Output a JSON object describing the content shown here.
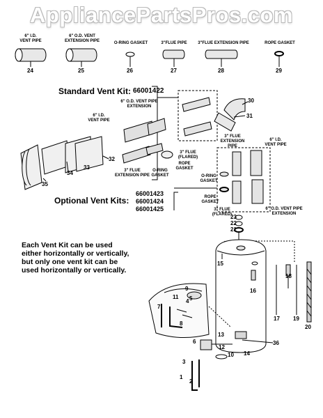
{
  "watermark": "AppliancePartsPros.com",
  "top_parts": [
    {
      "label": "6\" I.D.\nVENT PIPE",
      "num": "24"
    },
    {
      "label": "6\" O.D. VENT\nEXTENSION PIPE",
      "num": "25"
    },
    {
      "label": "O-RING GASKET",
      "num": "26"
    },
    {
      "label": "3\"FLUE PIPE",
      "num": "27"
    },
    {
      "label": "3\"FLUE EXTENSION PIPE",
      "num": "28"
    },
    {
      "label": "ROPE GASKET",
      "num": "29"
    }
  ],
  "standard_kit": {
    "title": "Standard Vent Kit:",
    "number": "66001422"
  },
  "optional_kits": {
    "title": "Optional Vent Kits:",
    "numbers": [
      "66001423",
      "66001424",
      "66001425"
    ]
  },
  "left_labels": {
    "od_vent": "6\" O.D. VENT PIPE\nEXTENSION",
    "id_vent": "6\" I.D.\nVENT PIPE",
    "flue_flared": "3\" FLUE\n(FLARED)",
    "flue_ext": "3\" FLUE\nEXTENSION PIPE",
    "oring": "O-RING\nGASKET",
    "rope": "ROPE\nGASKET"
  },
  "right_labels": {
    "flue_ext": "3\" FLUE\nEXTENSION\nPIPE",
    "id_vent": "6\" I.D.\nVENT PIPE",
    "oring": "O-RING\nGASKET",
    "rope": "ROPE\nGASKET",
    "flue_flared": "3\" FLUE\n(FLARED)",
    "od_ext": "6\" O.D. VENT PIPE\nEXTENSION"
  },
  "note": "Each Vent Kit can be used\neither horizontally or vertically,\nbut only one vent kit can be\nused horizontally or vertically.",
  "callouts": {
    "n30": "30",
    "n31": "31",
    "n32": "32",
    "n33": "33",
    "n34": "34",
    "n35": "35",
    "n23": "23",
    "n22": "22",
    "n21": "21",
    "n15": "15",
    "n16": "16",
    "n17": "17",
    "n18": "18",
    "n19": "19",
    "n20": "20",
    "n9": "9",
    "n11": "11",
    "n4": "4",
    "n7": "7",
    "n8": "8",
    "n6": "6",
    "n13": "13",
    "n12": "12",
    "n10": "10",
    "n14": "14",
    "n36": "36",
    "n3": "3",
    "n1": "1",
    "n2": "2",
    "n5": "5"
  }
}
